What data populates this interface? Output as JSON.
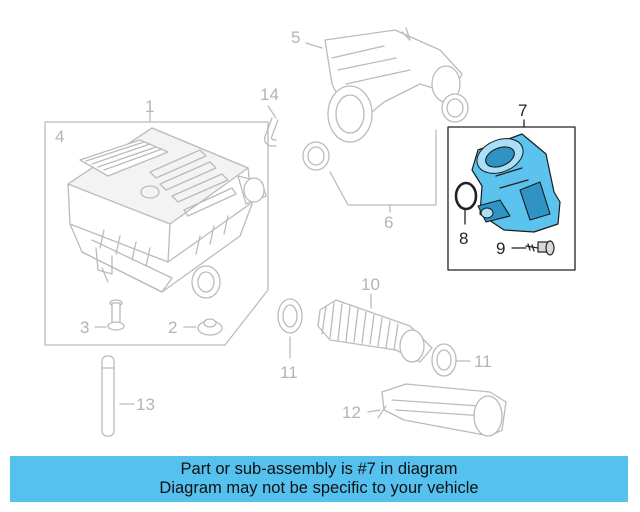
{
  "callouts": {
    "c1": "1",
    "c2": "2",
    "c3": "3",
    "c4": "4",
    "c5": "5",
    "c6": "6",
    "c7": "7",
    "c8": "8",
    "c9": "9",
    "c10": "10",
    "c11a": "11",
    "c11b": "11",
    "c12": "12",
    "c13": "13",
    "c14": "14"
  },
  "highlight_color": "#5bc3ee",
  "banner": {
    "line1": "Part or sub-assembly is #7 in diagram",
    "line2": "Diagram may not be specific to your vehicle",
    "background": "#55c1ef"
  }
}
